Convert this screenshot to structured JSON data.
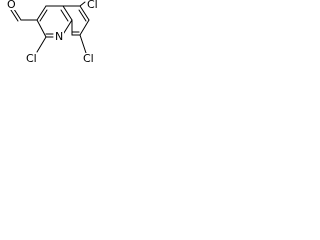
{
  "molecule": {
    "atoms": {
      "aldehyde_oxygen": "O",
      "chlorine_top": "Cl",
      "chlorine_bottom_left": "Cl",
      "ring_nitrogen": "N",
      "chlorine_bottom_right": "Cl"
    }
  }
}
